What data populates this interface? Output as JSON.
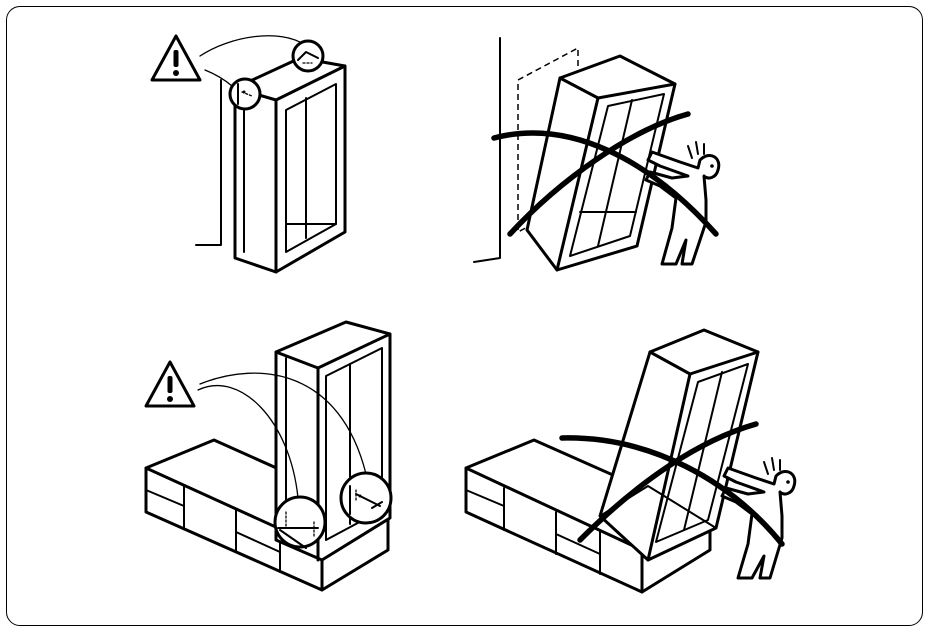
{
  "panels": [
    {
      "id": "wall-anchored-correct",
      "warning_icon": "warning-triangle-icon"
    },
    {
      "id": "tipping-wrong"
    },
    {
      "id": "bench-anchored-correct",
      "warning_icon": "warning-triangle-icon"
    },
    {
      "id": "bench-tipping-wrong"
    }
  ],
  "colors": {
    "ink": "#000000",
    "background": "#ffffff"
  }
}
